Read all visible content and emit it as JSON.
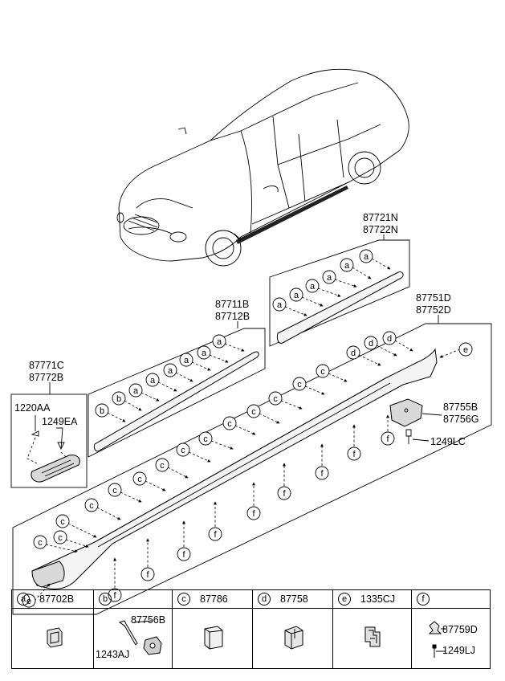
{
  "callouts": {
    "n87721N": "87721N",
    "n87722N": "87722N",
    "n87711B": "87711B",
    "n87712B": "87712B",
    "n87751D": "87751D",
    "n87752D": "87752D",
    "n87771C": "87771C",
    "n87772B": "87772B",
    "n1220AA": "1220AA",
    "n1249EA": "1249EA",
    "n87755B": "87755B",
    "n87756G": "87756G",
    "n1249LC": "1249LC"
  },
  "letters": {
    "a": "a",
    "b": "b",
    "c": "c",
    "d": "d",
    "e": "e",
    "f": "f"
  },
  "legend": [
    {
      "letter": "a",
      "code": "87702B"
    },
    {
      "letter": "b",
      "code": "",
      "parts": [
        "87756B",
        "1243AJ"
      ]
    },
    {
      "letter": "c",
      "code": "87786"
    },
    {
      "letter": "d",
      "code": "87758"
    },
    {
      "letter": "e",
      "code": "1335CJ"
    },
    {
      "letter": "f",
      "code": "",
      "parts": [
        "87759D",
        "1249LJ"
      ]
    }
  ]
}
